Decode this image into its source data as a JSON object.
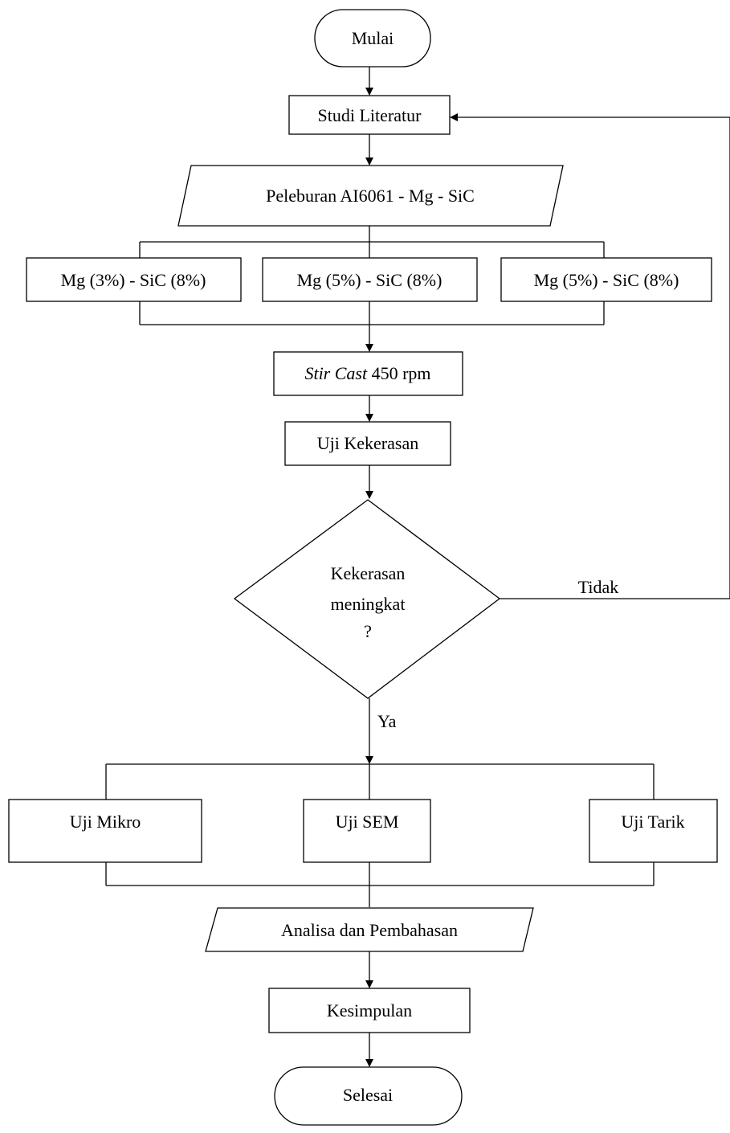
{
  "flowchart": {
    "start": "Mulai",
    "literature": "Studi Literatur",
    "melting": "Peleburan AI6061 - Mg - SiC",
    "variants": [
      "Mg (3%) - SiC (8%)",
      "Mg (5%) - SiC (8%)",
      "Mg (5%) - SiC (8%)"
    ],
    "stir_cast_italic": "Stir Cast",
    "stir_cast_rest": " 450 rpm",
    "hardness_test": "Uji Kekerasan",
    "decision_line1": "Kekerasan",
    "decision_line2": "meningkat",
    "decision_line3": "?",
    "no_label": "Tidak",
    "yes_label": "Ya",
    "tests": [
      "Uji Mikro",
      "Uji SEM",
      "Uji Tarik"
    ],
    "analysis": "Analisa dan Pembahasan",
    "conclusion": "Kesimpulan",
    "end": "Selesai"
  }
}
